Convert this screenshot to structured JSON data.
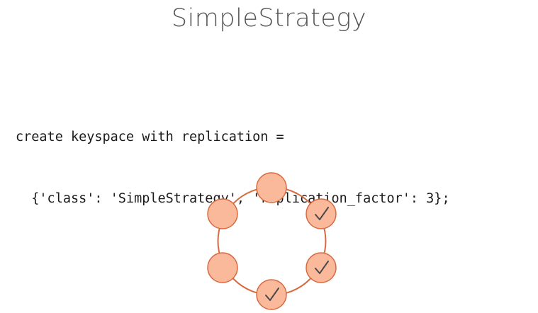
{
  "slide": {
    "title": "SimpleStrategy"
  },
  "code": {
    "lines": [
      "create keyspace with replication =",
      "  {'class': 'SimpleStrategy', 'replication_factor': 3};"
    ]
  },
  "ring": {
    "nodes": [
      {
        "id": "top",
        "replica": false
      },
      {
        "id": "upper-right",
        "replica": true
      },
      {
        "id": "lower-right",
        "replica": true
      },
      {
        "id": "bottom",
        "replica": true
      },
      {
        "id": "lower-left",
        "replica": false
      },
      {
        "id": "upper-left",
        "replica": false
      }
    ],
    "colors": {
      "node_fill": "#FBB99B",
      "node_stroke": "#D86A3E",
      "ring_stroke": "#D86A3E",
      "check": "#4a4a4a"
    },
    "check_icon": "checkmark-icon"
  }
}
